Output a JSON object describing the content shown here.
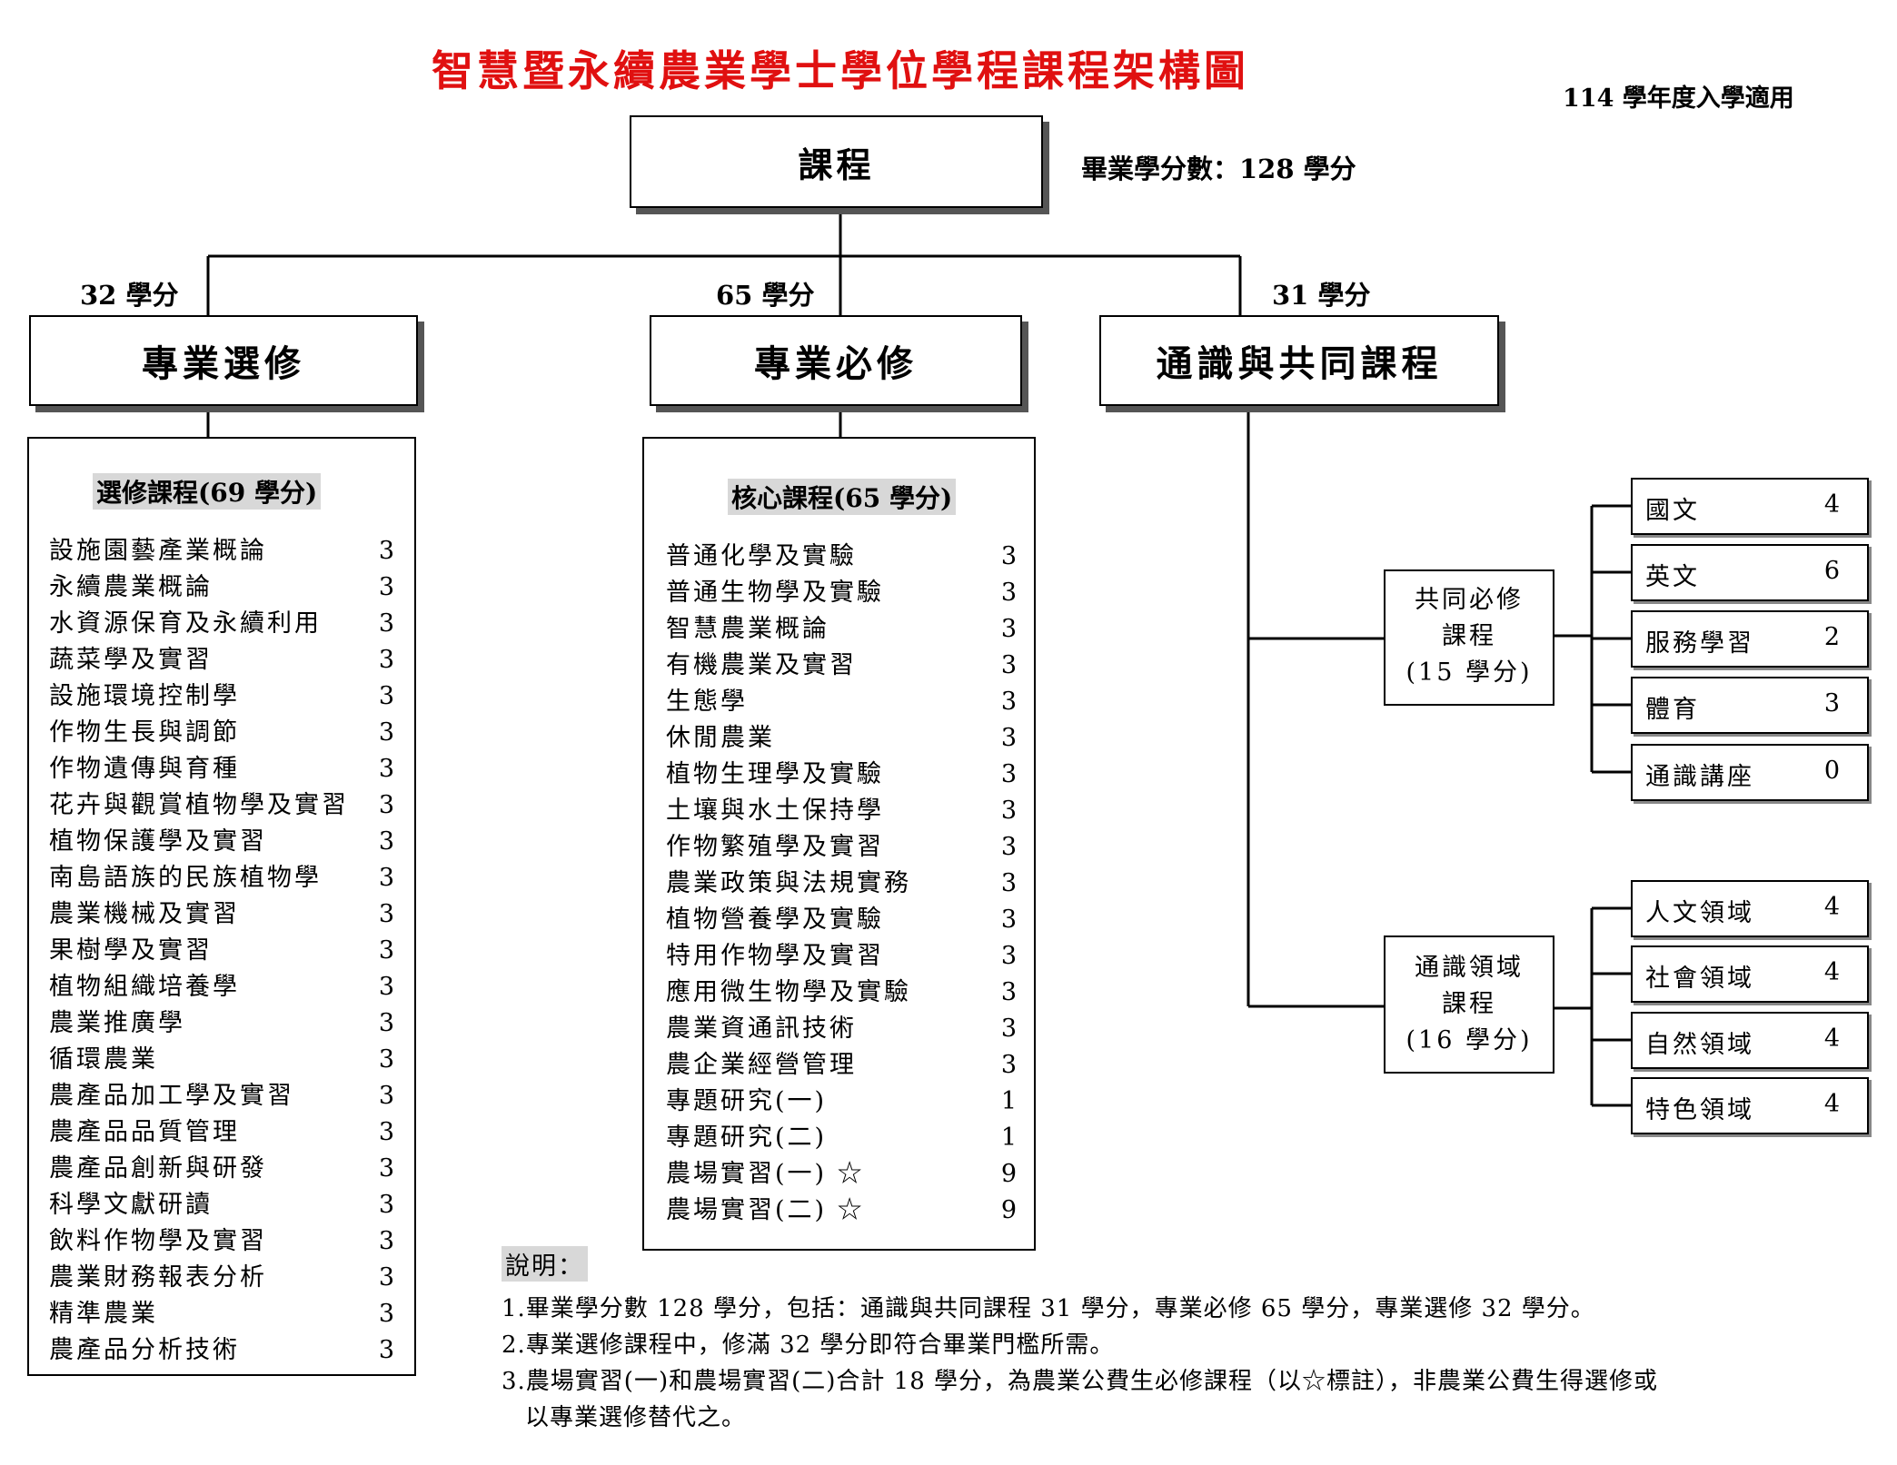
{
  "title": "智慧暨永續農業學士學位學程課程架構圖",
  "applicable": "114 學年度入學適用",
  "root": {
    "label": "課程",
    "graduation_credits": "畢業學分數：128 學分"
  },
  "categories": [
    {
      "label": "專業選修",
      "credits": "32 學分"
    },
    {
      "label": "專業必修",
      "credits": "65 學分"
    },
    {
      "label": "通識與共同課程",
      "credits": "31 學分"
    }
  ],
  "elective": {
    "heading": "選修課程(69 學分)",
    "courses": [
      {
        "name": "設施園藝產業概論",
        "credits": "3"
      },
      {
        "name": "永續農業概論",
        "credits": "3"
      },
      {
        "name": "水資源保育及永續利用",
        "credits": "3"
      },
      {
        "name": "蔬菜學及實習",
        "credits": "3"
      },
      {
        "name": "設施環境控制學",
        "credits": "3"
      },
      {
        "name": "作物生長與調節",
        "credits": "3"
      },
      {
        "name": "作物遺傳與育種",
        "credits": "3"
      },
      {
        "name": "花卉與觀賞植物學及實習",
        "credits": "3"
      },
      {
        "name": "植物保護學及實習",
        "credits": "3"
      },
      {
        "name": "南島語族的民族植物學",
        "credits": "3"
      },
      {
        "name": "農業機械及實習",
        "credits": "3"
      },
      {
        "name": "果樹學及實習",
        "credits": "3"
      },
      {
        "name": "植物組織培養學",
        "credits": "3"
      },
      {
        "name": "農業推廣學",
        "credits": "3"
      },
      {
        "name": "循環農業",
        "credits": "3"
      },
      {
        "name": "農產品加工學及實習",
        "credits": "3"
      },
      {
        "name": "農產品品質管理",
        "credits": "3"
      },
      {
        "name": "農產品創新與研發",
        "credits": "3"
      },
      {
        "name": "科學文獻研讀",
        "credits": "3"
      },
      {
        "name": "飲料作物學及實習",
        "credits": "3"
      },
      {
        "name": "農業財務報表分析",
        "credits": "3"
      },
      {
        "name": "精準農業",
        "credits": "3"
      },
      {
        "name": "農產品分析技術",
        "credits": "3"
      }
    ]
  },
  "core": {
    "heading": "核心課程(65 學分)",
    "courses": [
      {
        "name": "普通化學及實驗",
        "credits": "3"
      },
      {
        "name": "普通生物學及實驗",
        "credits": "3"
      },
      {
        "name": "智慧農業概論",
        "credits": "3"
      },
      {
        "name": "有機農業及實習",
        "credits": "3"
      },
      {
        "name": "生態學",
        "credits": "3"
      },
      {
        "name": "休閒農業",
        "credits": "3"
      },
      {
        "name": "植物生理學及實驗",
        "credits": "3"
      },
      {
        "name": "土壤與水土保持學",
        "credits": "3"
      },
      {
        "name": "作物繁殖學及實習",
        "credits": "3"
      },
      {
        "name": "農業政策與法規實務",
        "credits": "3"
      },
      {
        "name": "植物營養學及實驗",
        "credits": "3"
      },
      {
        "name": "特用作物學及實習",
        "credits": "3"
      },
      {
        "name": "應用微生物學及實驗",
        "credits": "3"
      },
      {
        "name": "農業資通訊技術",
        "credits": "3"
      },
      {
        "name": "農企業經營管理",
        "credits": "3"
      },
      {
        "name": "專題研究(一)",
        "credits": "1"
      },
      {
        "name": "專題研究(二)",
        "credits": "1"
      },
      {
        "name": "農場實習(一) ☆",
        "credits": "9"
      },
      {
        "name": "農場實習(二) ☆",
        "credits": "9"
      }
    ]
  },
  "common": {
    "line1": "共同必修",
    "line2": "課程",
    "line3": "(15 學分)",
    "items": [
      {
        "name": "國文",
        "credits": "4"
      },
      {
        "name": "英文",
        "credits": "6"
      },
      {
        "name": "服務學習",
        "credits": "2"
      },
      {
        "name": "體育",
        "credits": "3"
      },
      {
        "name": "通識講座",
        "credits": "0"
      }
    ]
  },
  "general": {
    "line1": "通識領域",
    "line2": "課程",
    "line3": "(16 學分)",
    "items": [
      {
        "name": "人文領域",
        "credits": "4"
      },
      {
        "name": "社會領域",
        "credits": "4"
      },
      {
        "name": "自然領域",
        "credits": "4"
      },
      {
        "name": "特色領域",
        "credits": "4"
      }
    ]
  },
  "notes": {
    "title": "說明：",
    "items": [
      "1.畢業學分數 128 學分，包括：通識與共同課程 31 學分，專業必修 65 學分，專業選修 32 學分。",
      "2.專業選修課程中，修滿 32 學分即符合畢業門檻所需。",
      "3.農場實習(一)和農場實習(二)合計 18 學分，為農業公費生必修課程（以☆標註），非農業公費生得選修或",
      "以專業選修替代之。"
    ]
  }
}
